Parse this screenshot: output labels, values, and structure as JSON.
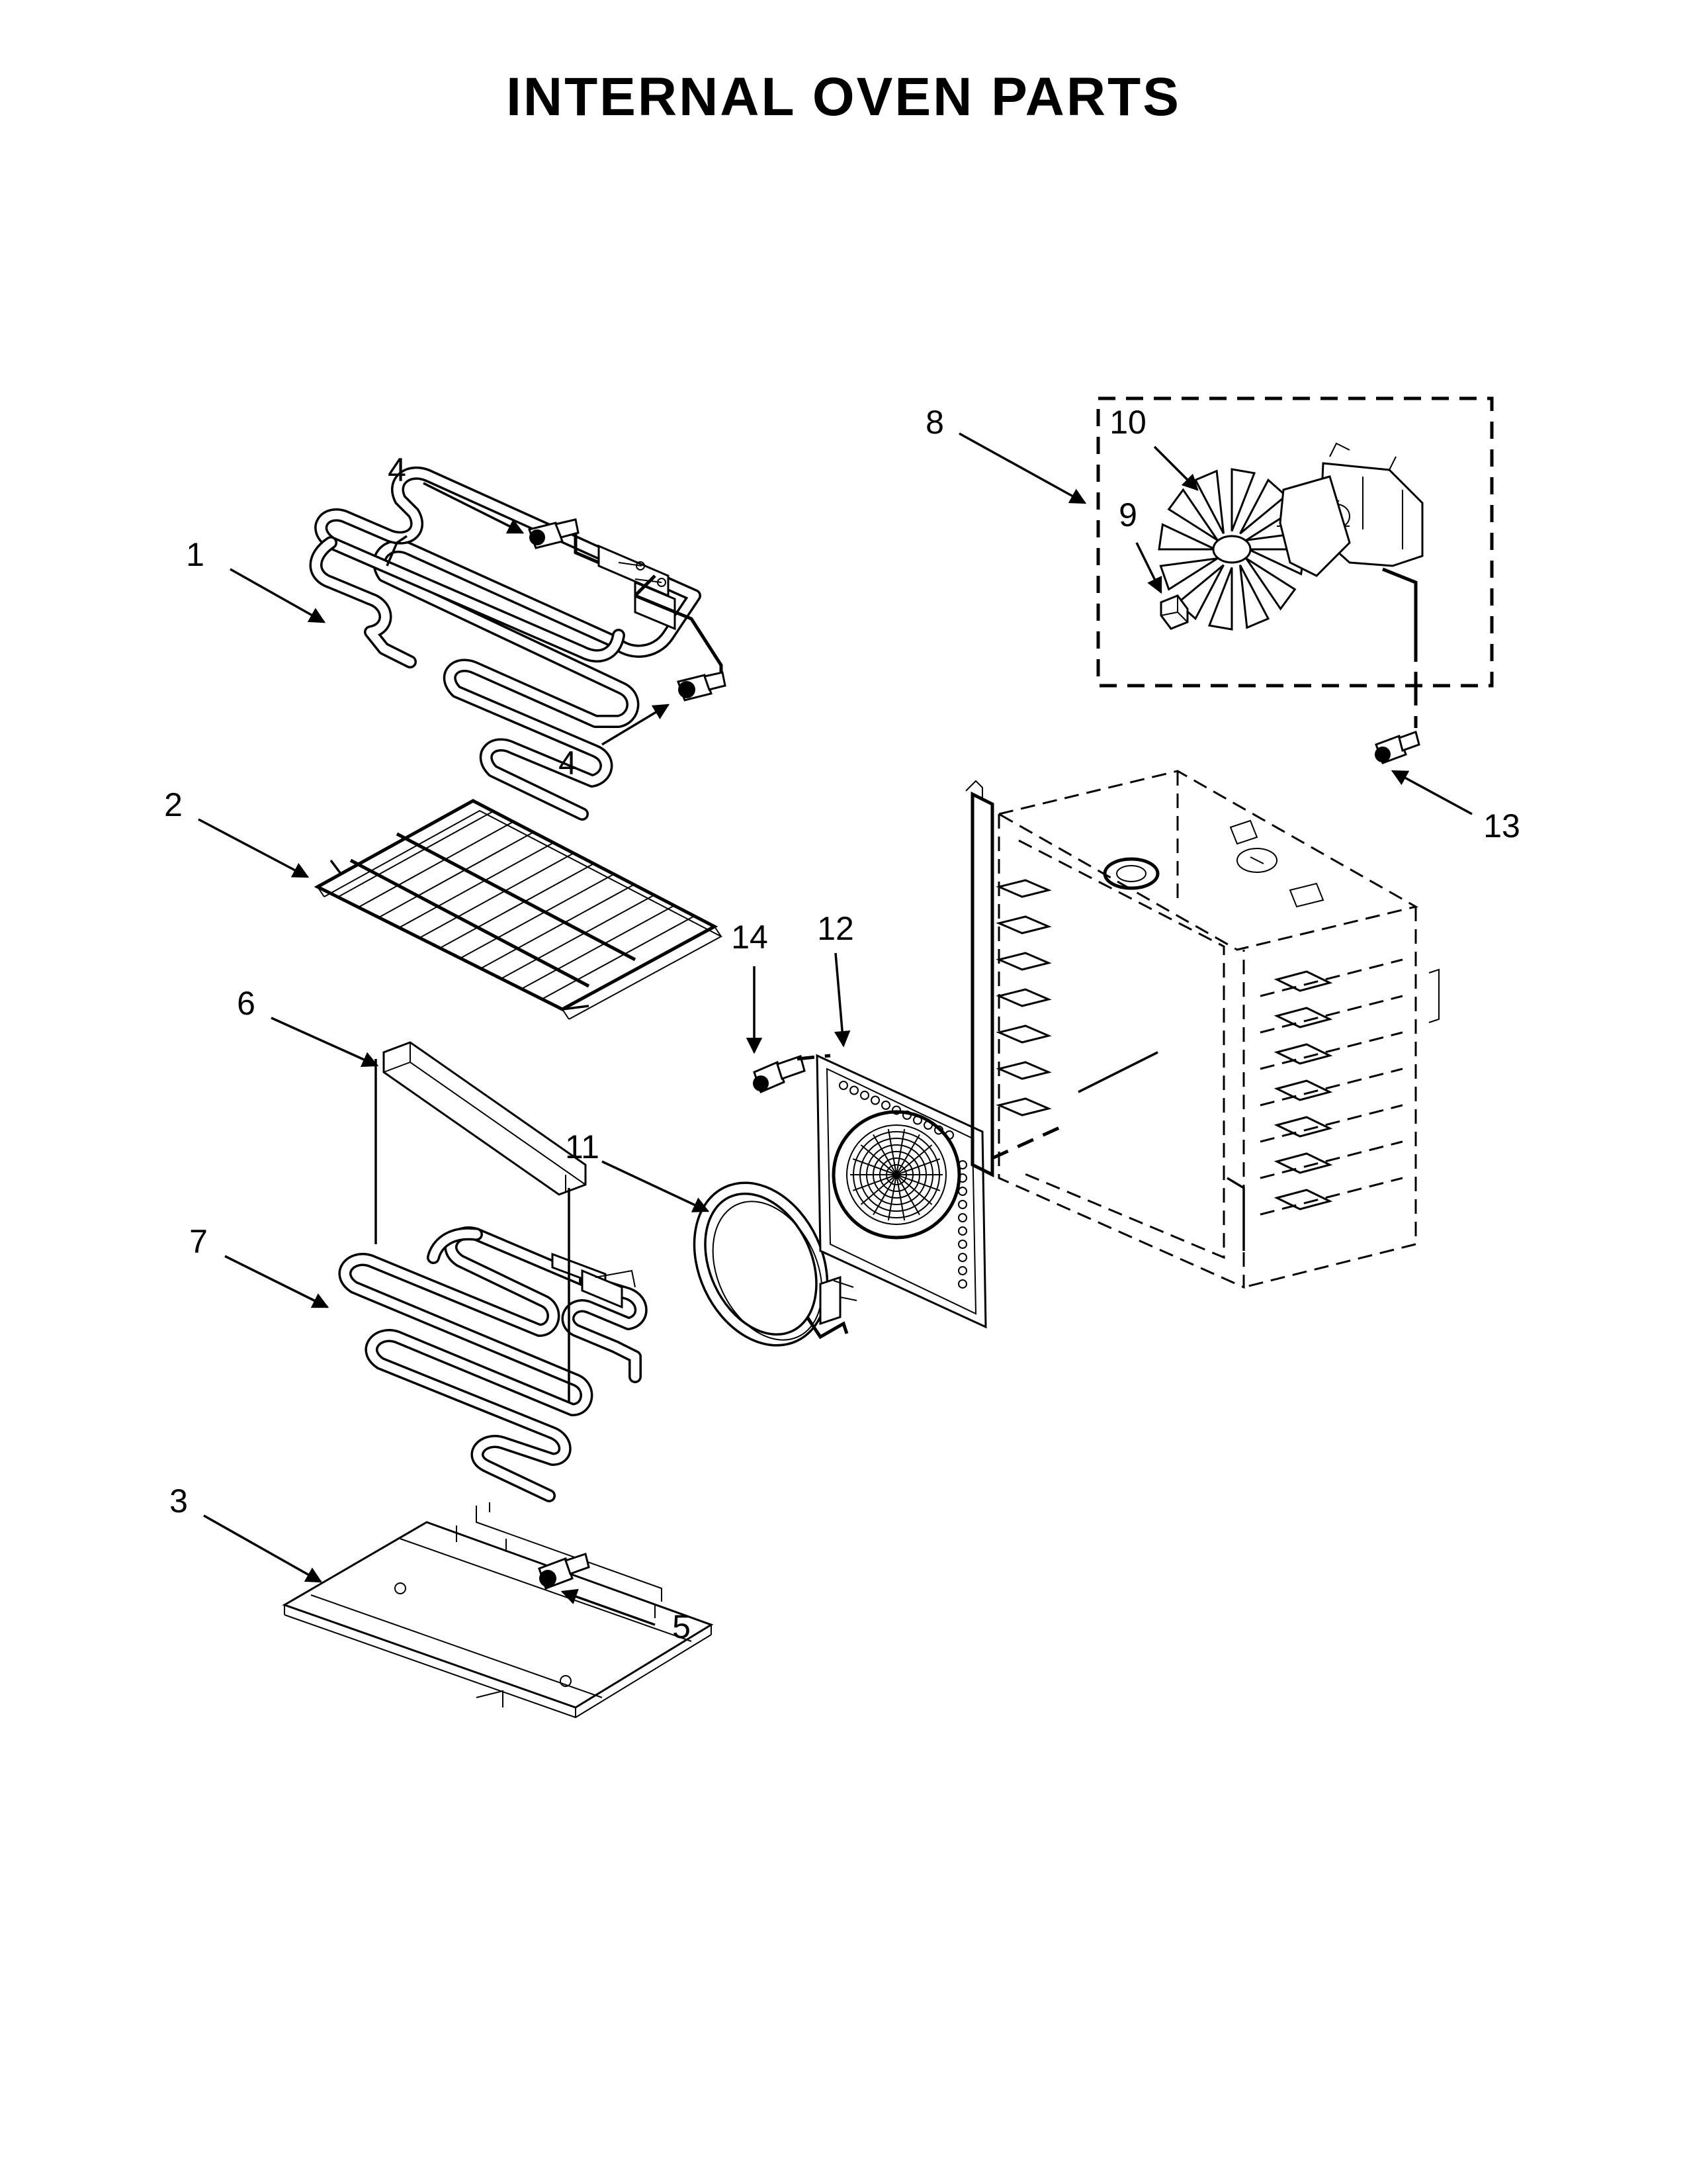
{
  "title": "INTERNAL OVEN PARTS",
  "callouts": [
    {
      "id": "c1",
      "label": "1"
    },
    {
      "id": "c2",
      "label": "2"
    },
    {
      "id": "c3",
      "label": "3"
    },
    {
      "id": "c4a",
      "label": "4"
    },
    {
      "id": "c4b",
      "label": "4"
    },
    {
      "id": "c5",
      "label": "5"
    },
    {
      "id": "c6",
      "label": "6"
    },
    {
      "id": "c7",
      "label": "7"
    },
    {
      "id": "c8",
      "label": "8"
    },
    {
      "id": "c9",
      "label": "9"
    },
    {
      "id": "c10",
      "label": "10"
    },
    {
      "id": "c11",
      "label": "11"
    },
    {
      "id": "c12",
      "label": "12"
    },
    {
      "id": "c13",
      "label": "13"
    },
    {
      "id": "c14",
      "label": "14"
    }
  ]
}
